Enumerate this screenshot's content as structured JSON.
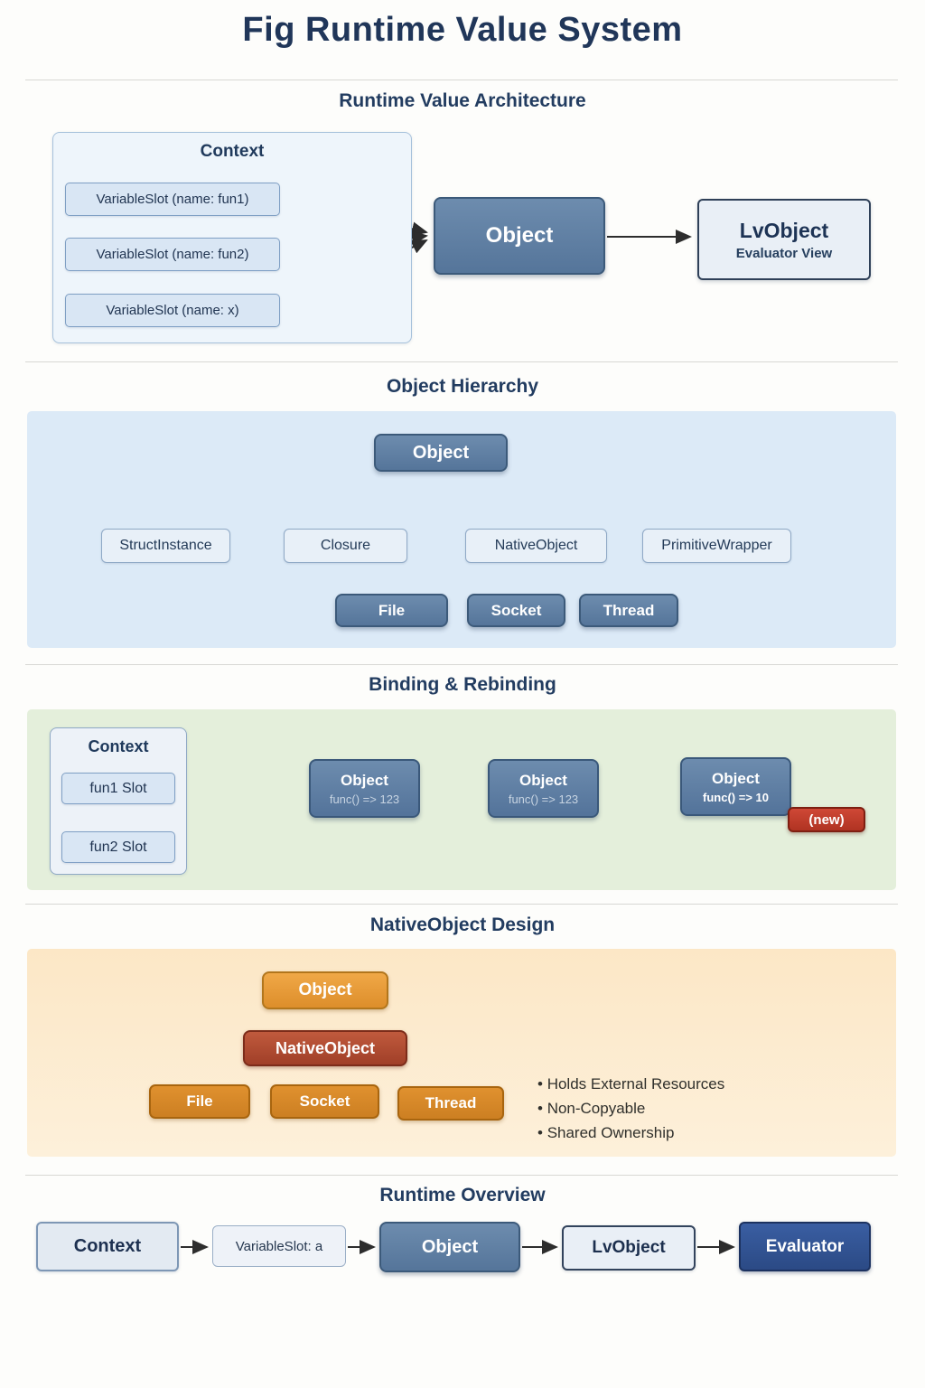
{
  "title": "Fig Runtime Value System",
  "colors": {
    "slate_blue": "#5e7da0",
    "panel_blue": "#dceaf7",
    "panel_green": "#e4efdb",
    "panel_orange": "#fce7c6",
    "orange": "#e0912f",
    "native_red": "#b04a30",
    "badge_red": "#c13a28",
    "evaluator_blue": "#2e4f92"
  },
  "architecture": {
    "heading": "Runtime Value Architecture",
    "context_label": "Context",
    "slots": [
      "VariableSlot (name: fun1)",
      "VariableSlot (name: fun2)",
      "VariableSlot (name: x)"
    ],
    "object_label": "Object",
    "lvobject_title": "LvObject",
    "lvobject_subtitle": "Evaluator View"
  },
  "hierarchy": {
    "heading": "Object Hierarchy",
    "root_label": "Object",
    "children": [
      "StructInstance",
      "Closure",
      "NativeObject",
      "PrimitiveWrapper"
    ],
    "natives": [
      "File",
      "Socket",
      "Thread"
    ]
  },
  "binding": {
    "heading": "Binding & Rebinding",
    "context_label": "Context",
    "slots": [
      "fun1 Slot",
      "fun2 Slot"
    ],
    "objects": [
      {
        "title": "Object",
        "value": "func() => 123"
      },
      {
        "title": "Object",
        "value": "func() => 123"
      },
      {
        "title": "Object",
        "value": "func() => 10"
      }
    ],
    "new_badge": "(new)"
  },
  "native_design": {
    "heading": "NativeObject Design",
    "object_label": "Object",
    "native_label": "NativeObject",
    "natives": [
      "File",
      "Socket",
      "Thread"
    ],
    "bullets": [
      "Holds External Resources",
      "Non-Copyable",
      "Shared Ownership"
    ]
  },
  "overview": {
    "heading": "Runtime Overview",
    "nodes": [
      "Context",
      "VariableSlot: a",
      "Object",
      "LvObject",
      "Evaluator"
    ]
  }
}
